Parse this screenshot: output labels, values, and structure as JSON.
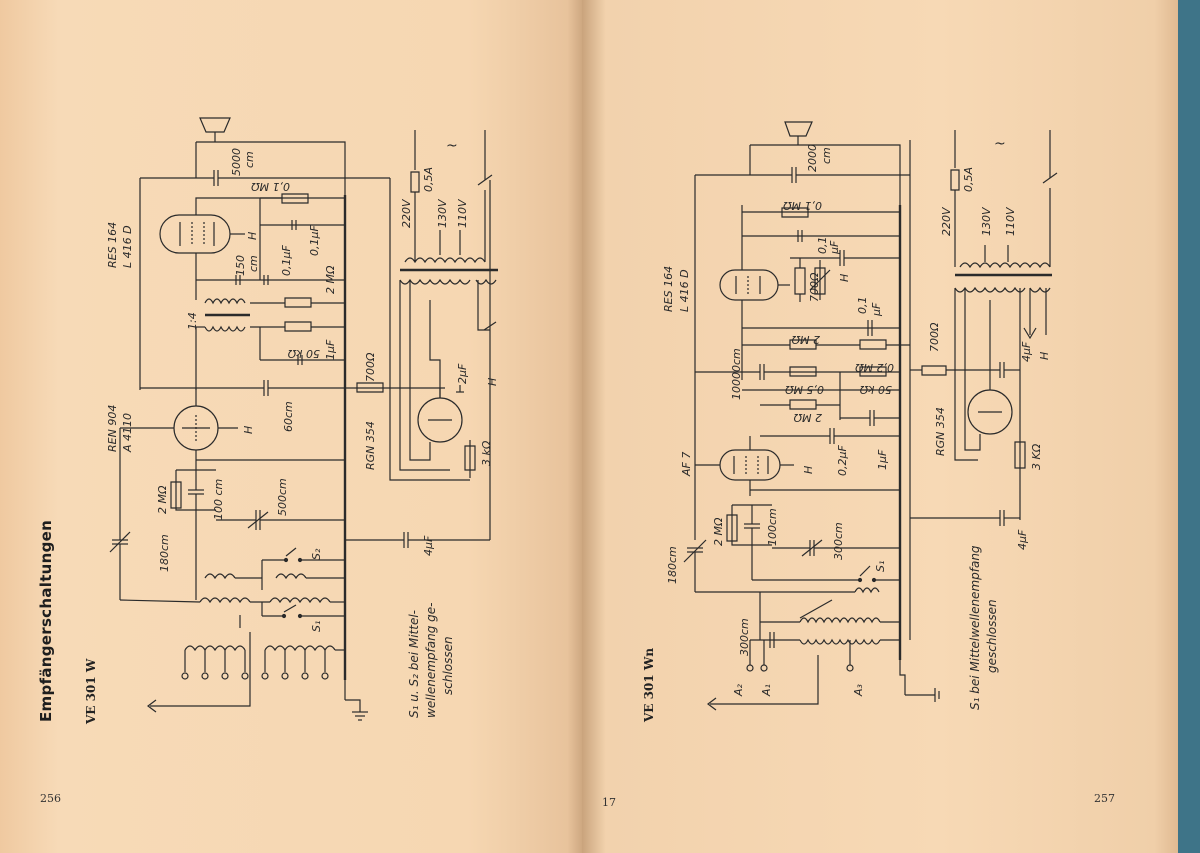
{
  "left_page": {
    "heading": "Empfängerschaltungen",
    "subheading": "VE 301 W",
    "page_number": "256",
    "note_line1": "S₁ u. S₂ bei Mittel-",
    "note_line2": "wellenempfang ge-",
    "note_line3": "schlossen",
    "labels": {
      "tube1a": "RES 164",
      "tube1b": "L 416 D",
      "tube2a": "REN 904",
      "tube2b": "A 4110",
      "rect_tube": "RGN 354",
      "c5000": "5000",
      "c5000u": "cm",
      "r01": "0,1 MΩ",
      "c150": "150",
      "c150u": "cm",
      "c01uf_a": "0,1μF",
      "c01uf_b": "0,1μF",
      "r2m": "2 MΩ",
      "ratio": "1:4",
      "r50k": "50 kΩ",
      "c1uf": "1μF",
      "r700": "700Ω",
      "c2uf": "2μF",
      "c60": "60cm",
      "r3k": "3 kΩ",
      "r2m_b": "2 MΩ",
      "c100": "100 cm",
      "c500": "500cm",
      "c4uf": "4μF",
      "c180": "180cm",
      "s2": "S₂",
      "s1": "S₁",
      "v220": "220V",
      "v130": "130V",
      "v110": "110V",
      "fuse": "0,5A",
      "ac": "~",
      "h1": "H",
      "h2": "H",
      "h3": "H"
    }
  },
  "right_page": {
    "subheading": "VE 301 Wn",
    "page_number": "257",
    "gutter_number": "17",
    "note_line1": "S₁ bei Mittelwellenempfang",
    "note_line2": "geschlossen",
    "labels": {
      "tube1a": "RES 164",
      "tube1b": "L 416 D",
      "tube2": "AF 7",
      "rect_tube": "RGN 354",
      "c2000": "2000",
      "c2000u": "cm",
      "r01": "0,1 MΩ",
      "c01a": "0,1",
      "c01a_u": "μF",
      "r700a": "700Ω",
      "c01b": "0,1",
      "c01b_u": "μF",
      "r2m": "2 MΩ",
      "r02m": "0,2 MΩ",
      "r700b": "700Ω",
      "c10000": "10000cm",
      "r05m": "0,5 MΩ",
      "r50k": "50 kΩ",
      "r2m_b": "2 MΩ",
      "c02uf": "0,2μF",
      "c1uf": "1μF",
      "c4uf_a": "4μF",
      "r3k": "3 KΩ",
      "r2m_c": "2 MΩ",
      "c100": "100cm",
      "c300a": "300cm",
      "c4uf_b": "4μF",
      "c180": "180cm",
      "c300b": "300cm",
      "s1": "S₁",
      "a1": "A₁",
      "a2": "A₂",
      "a3": "A₃",
      "v220": "220V",
      "v130": "130V",
      "v110": "110V",
      "fuse": "0,5A",
      "ac": "~",
      "h1": "H",
      "h2": "H",
      "h3": "H"
    }
  }
}
